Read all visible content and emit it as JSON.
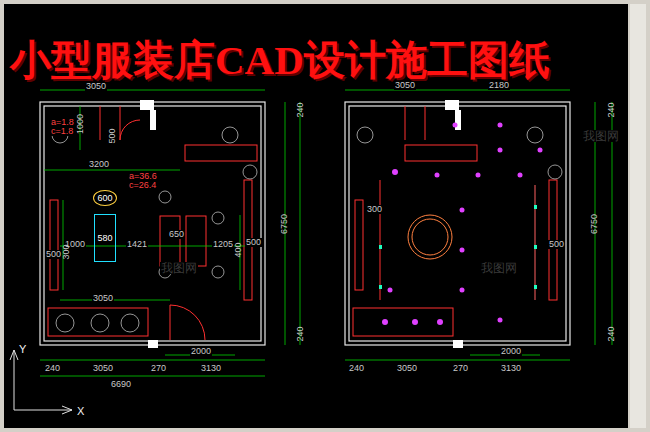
{
  "diagram": {
    "title": "小型服装店CAD设计施工图纸",
    "nodes": [
      {
        "text": [
          "600"
        ]
      },
      {
        "text": [
          "580"
        ]
      }
    ],
    "labels": [
      "3050",
      "a=1.8",
      "c=1.8",
      "1000",
      "500",
      "3200",
      "a=36.6",
      "c=26.4",
      "1000",
      "1421",
      "650",
      "1205",
      "500",
      "300",
      "500",
      "400",
      "3050",
      "2000",
      "240",
      "3050",
      "270",
      "3130",
      "6690",
      "6750",
      "240",
      "240",
      "3050",
      "2180",
      "300",
      "500",
      "6750",
      "240",
      "240",
      "240",
      "3050",
      "270",
      "2000",
      "3130",
      "Y",
      "X",
      "我图网",
      "我图网",
      "我图网"
    ]
  }
}
